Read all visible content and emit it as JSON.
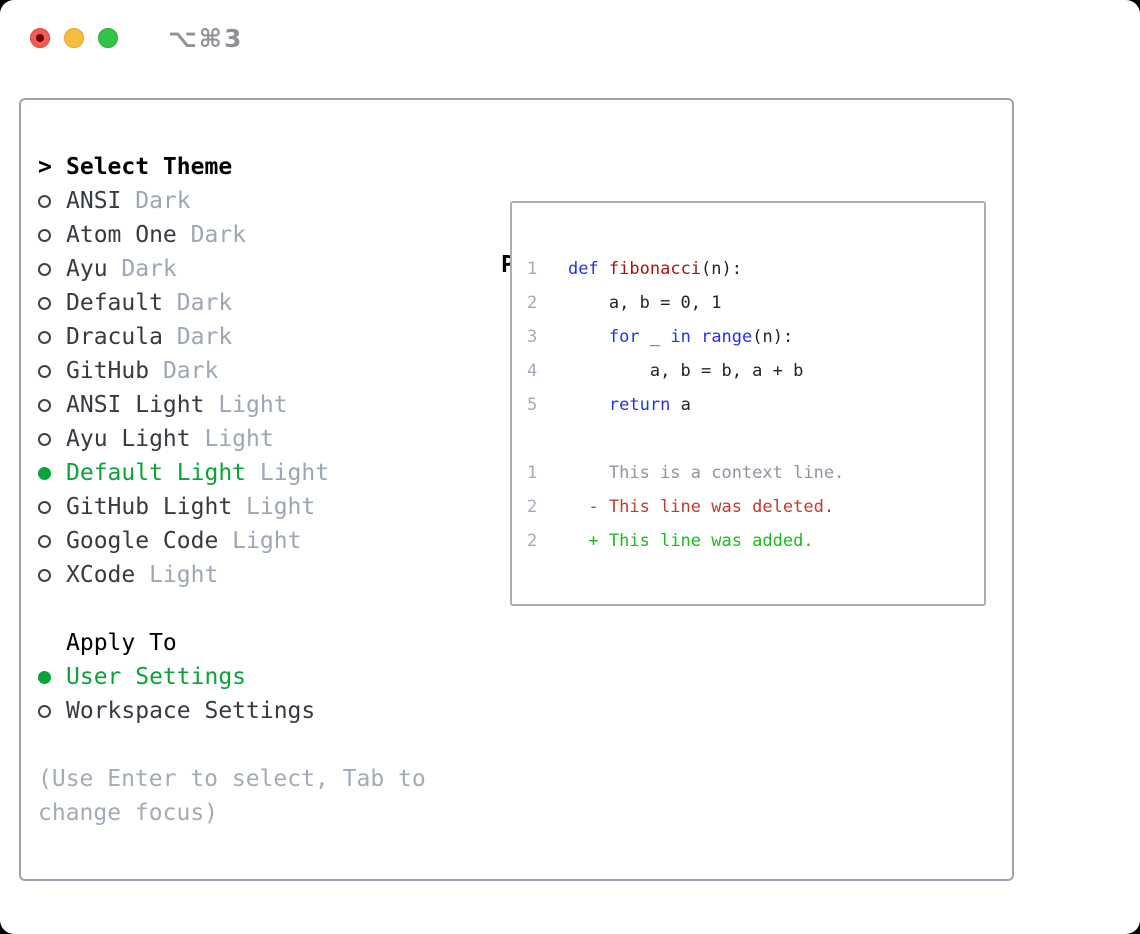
{
  "titlebar": {
    "title": "⌥⌘3",
    "lights": [
      "close",
      "minimize",
      "zoom"
    ]
  },
  "sidebar": {
    "prompt": ">",
    "title": "Select Theme",
    "items": [
      {
        "name": "ANSI",
        "tag": "Dark",
        "selected": false
      },
      {
        "name": "Atom One",
        "tag": "Dark",
        "selected": false
      },
      {
        "name": "Ayu",
        "tag": "Dark",
        "selected": false
      },
      {
        "name": "Default",
        "tag": "Dark",
        "selected": false
      },
      {
        "name": "Dracula",
        "tag": "Dark",
        "selected": false
      },
      {
        "name": "GitHub",
        "tag": "Dark",
        "selected": false
      },
      {
        "name": "ANSI Light",
        "tag": "Light",
        "selected": false
      },
      {
        "name": "Ayu Light",
        "tag": "Light",
        "selected": false
      },
      {
        "name": "Default Light",
        "tag": "Light",
        "selected": true
      },
      {
        "name": "GitHub Light",
        "tag": "Light",
        "selected": false
      },
      {
        "name": "Google Code",
        "tag": "Light",
        "selected": false
      },
      {
        "name": "XCode",
        "tag": "Light",
        "selected": false
      }
    ]
  },
  "apply_to": {
    "title": "Apply To",
    "items": [
      {
        "name": "User Settings",
        "selected": true
      },
      {
        "name": "Workspace Settings",
        "selected": false
      }
    ]
  },
  "footer": {
    "hint": "(Use Enter to select, Tab to change focus)"
  },
  "preview": {
    "title": "Preview",
    "code_lines": [
      {
        "num": "1",
        "segments": [
          {
            "t": "def",
            "c": "keyword"
          },
          {
            "t": " ",
            "c": "code"
          },
          {
            "t": "fibonacci",
            "c": "func"
          },
          {
            "t": "(n):",
            "c": "code"
          }
        ]
      },
      {
        "num": "2",
        "segments": [
          {
            "t": "    a, b = 0, 1",
            "c": "code"
          }
        ]
      },
      {
        "num": "3",
        "segments": [
          {
            "t": "    ",
            "c": "code"
          },
          {
            "t": "for",
            "c": "keyword"
          },
          {
            "t": " _ ",
            "c": "code"
          },
          {
            "t": "in",
            "c": "keyword"
          },
          {
            "t": " ",
            "c": "code"
          },
          {
            "t": "range",
            "c": "keyword"
          },
          {
            "t": "(n):",
            "c": "code"
          }
        ]
      },
      {
        "num": "4",
        "segments": [
          {
            "t": "        a, b = b, a + b",
            "c": "code"
          }
        ]
      },
      {
        "num": "5",
        "segments": [
          {
            "t": "    ",
            "c": "code"
          },
          {
            "t": "return",
            "c": "keyword"
          },
          {
            "t": " a",
            "c": "code"
          }
        ]
      }
    ],
    "diff_lines": [
      {
        "num": "1",
        "segments": [
          {
            "t": "    This is a context line.",
            "c": "context"
          }
        ]
      },
      {
        "num": "2",
        "segments": [
          {
            "t": "  - This line was deleted.",
            "c": "deleted"
          }
        ]
      },
      {
        "num": "2",
        "segments": [
          {
            "t": "  + This line was added.",
            "c": "added"
          }
        ]
      }
    ]
  },
  "colors": {
    "keyword": "#2433df",
    "func": "#a31515",
    "code": "#20242a",
    "lineno": "#a2abb8",
    "context": "#8d949e",
    "deleted": "#c43a2b",
    "added": "#16bd1a",
    "selected_green": "#0ba23a"
  }
}
